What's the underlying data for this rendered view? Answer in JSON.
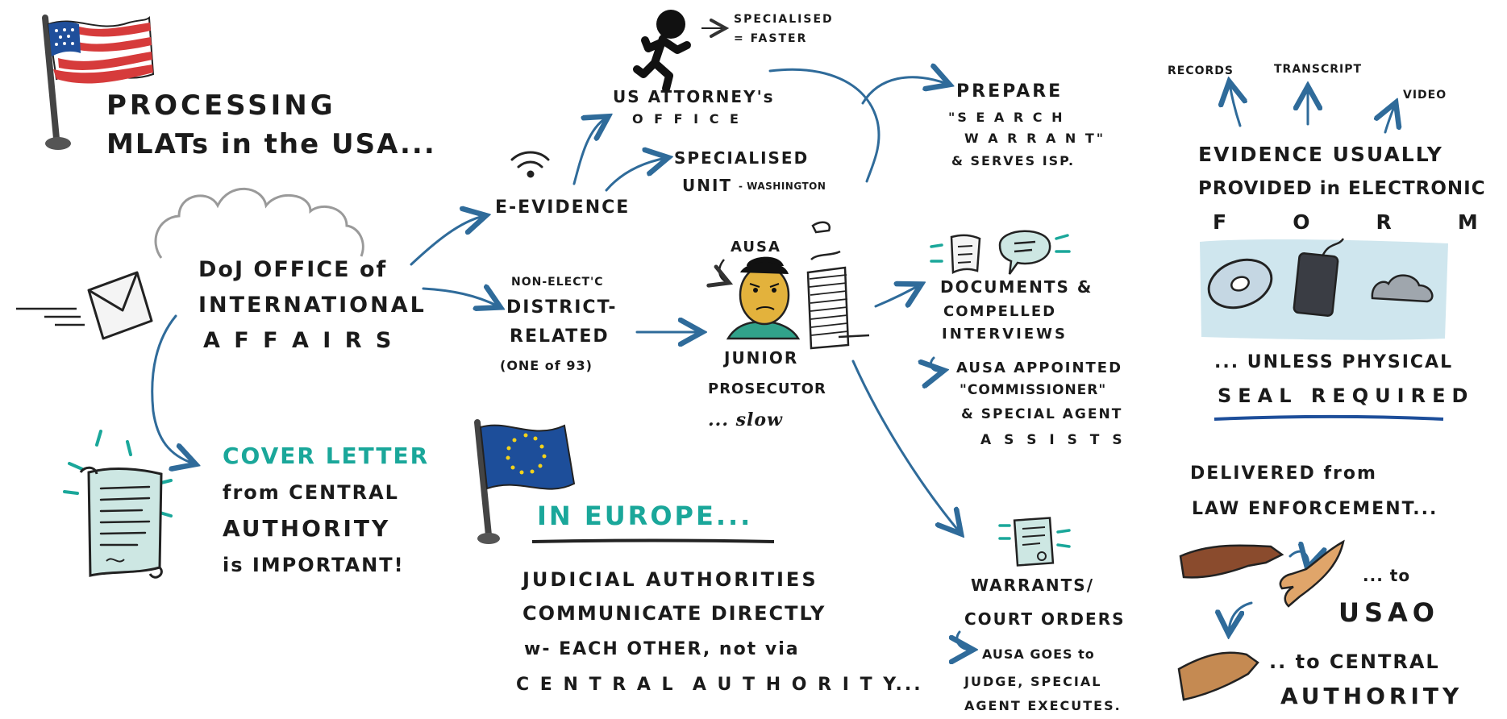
{
  "colors": {
    "ink": "#1b1b1b",
    "arrow": "#2f6b9a",
    "teal": "#1aa79a",
    "flag_red": "#d63b3b",
    "flag_blue": "#1f4f9b",
    "eu_blue": "#1d4e9a",
    "eu_stars": "#f2d21b",
    "skin": "#c58a52",
    "face": "#e3b23c",
    "shirt": "#31a28a",
    "panel": "#cfe6ee"
  },
  "header": {
    "line1": "PROCESSING",
    "line2": "MLATs in the USA..."
  },
  "doj": {
    "line1": "DoJ OFFICE of",
    "line2": "INTERNATIONAL",
    "line3": "A F F A I R S"
  },
  "cover_letter": {
    "line1": "COVER LETTER",
    "line2": "from CENTRAL",
    "line3": "AUTHORITY",
    "line4": "is IMPORTANT!"
  },
  "e_evidence": {
    "label": "E-EVIDENCE"
  },
  "us_attorney": {
    "line1": "US ATTORNEY's",
    "line2": "O F F I C E"
  },
  "specialised_faster": {
    "line1": "SPECIALISED",
    "line2": "= FASTER"
  },
  "specialised_unit": {
    "line1": "SPECIALISED",
    "line2": "UNIT",
    "line2_suffix": "- WASHINGTON"
  },
  "non_elect": {
    "line1": "NON-ELECT'C",
    "line2": "DISTRICT-",
    "line3": "RELATED",
    "line4": "(ONE of 93)"
  },
  "ausa": {
    "label": "AUSA"
  },
  "junior": {
    "line1": "JUNIOR",
    "line2": "PROSECUTOR",
    "line3": "... slow"
  },
  "prepare": {
    "line1": "PREPARE",
    "line2": "\"S E A R C H",
    "line3": "W A R R A N T\"",
    "line4": "& SERVES ISP."
  },
  "documents": {
    "line1": "DOCUMENTS &",
    "line2": "COMPELLED",
    "line3": "INTERVIEWS",
    "line4": "AUSA APPOINTED",
    "line5": "\"COMMISSIONER\"",
    "line6": "& SPECIAL AGENT",
    "line7": "A S S I S T S"
  },
  "warrants": {
    "line1": "WARRANTS/",
    "line2": "COURT ORDERS",
    "line3": "AUSA GOES to",
    "line4": "JUDGE, SPECIAL",
    "line5": "AGENT EXECUTES."
  },
  "europe": {
    "title": "IN EUROPE...",
    "line1": "JUDICIAL AUTHORITIES",
    "line2": "COMMUNICATE DIRECTLY",
    "line3": "w- EACH OTHER, not via",
    "line4": "C E N T R A L  A U T H O R I T Y..."
  },
  "evidence": {
    "records": "RECORDS",
    "transcript": "TRANSCRIPT",
    "video": "VIDEO",
    "line1": "EVIDENCE USUALLY",
    "line2": "PROVIDED in ELECTRONIC",
    "line3": "F   O   R   M",
    "line4": "... UNLESS PHYSICAL",
    "line5": "SEAL REQUIRED"
  },
  "delivered": {
    "line1": "DELIVERED from",
    "line2": "LAW ENFORCEMENT...",
    "to_label": "... to",
    "usao": "USAO",
    "line3": ".. to CENTRAL",
    "line4": "AUTHORITY"
  }
}
